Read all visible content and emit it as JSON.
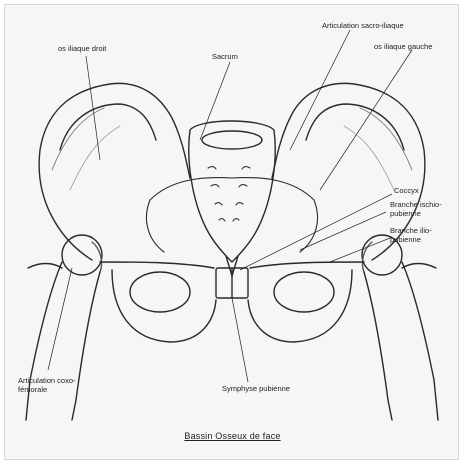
{
  "labels": {
    "os_iliaque_droit": "os iliaque droit",
    "sacrum": "Sacrum",
    "articulation_sacro_iliaque": "Articulation sacro-iliaque",
    "os_iliaque_gauche": "os iliaque gauche",
    "coccyx": "Coccyx",
    "branche_ischio_pubienne": "Branche ischio-pubienne",
    "branche_ilio_pubienne": "Branche ilio-pubienne",
    "articulation_coxo_femorale": "Articulation coxo-fémorale",
    "symphyse_pubienne": "Symphyse pubienne"
  },
  "title": "Bassin Osseux de face"
}
